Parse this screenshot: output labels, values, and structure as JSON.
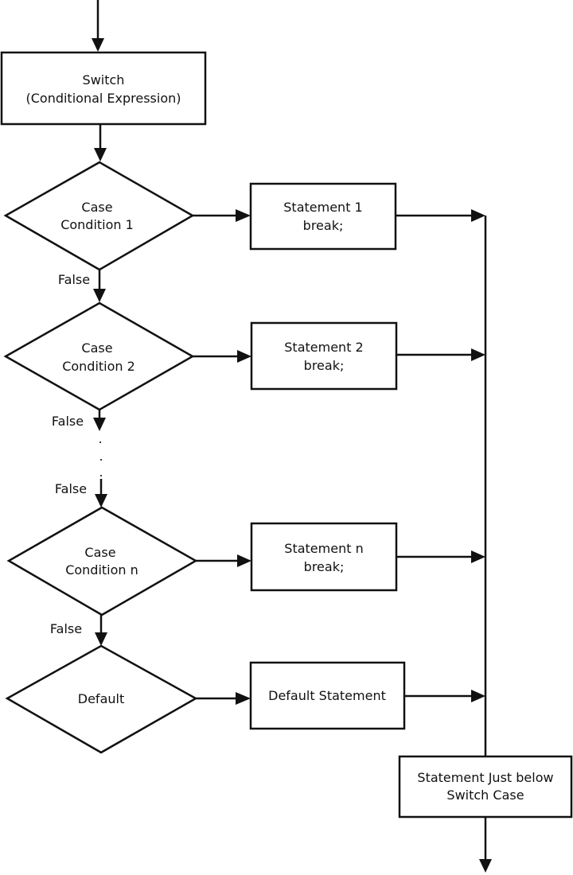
{
  "diagram": {
    "switch_node": {
      "line1": "Switch",
      "line2": "(Conditional Expression)"
    },
    "case1": {
      "line1": "Case",
      "line2": "Condition 1"
    },
    "case2": {
      "line1": "Case",
      "line2": "Condition 2"
    },
    "casen": {
      "line1": "Case",
      "line2": "Condition n"
    },
    "default_node": {
      "label": "Default"
    },
    "stmt1": {
      "line1": "Statement 1",
      "line2": "break;"
    },
    "stmt2": {
      "line1": "Statement 2",
      "line2": "break;"
    },
    "stmtn": {
      "line1": "Statement n",
      "line2": "break;"
    },
    "default_stmt": {
      "label": "Default Statement"
    },
    "after_switch": {
      "line1": "Statement Just below",
      "line2": "Switch Case"
    },
    "false_labels": [
      "False",
      "False",
      "False",
      "False"
    ],
    "ellipsis_dots": [
      ".",
      ".",
      "."
    ]
  }
}
